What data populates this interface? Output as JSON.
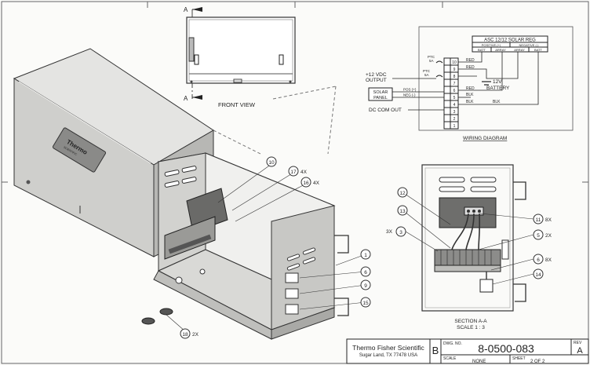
{
  "front_view": {
    "section_marker": "A",
    "label": "FRONT VIEW"
  },
  "enclosure": {
    "logo_line1": "Thermo",
    "logo_line2": "SCIENTIFIC"
  },
  "callouts": {
    "c10a": "10",
    "c17": "17",
    "c17q": "4X",
    "c16": "16",
    "c16q": "4X",
    "c1": "1",
    "c6": "6",
    "c9": "9",
    "c15": "15",
    "c18": "18",
    "c18q": "2X"
  },
  "wiring": {
    "header": "ASC 12/12 SOLAR REG",
    "pos_label": "POSITIVE (+)",
    "neg_label": "NEGATIVE (-)",
    "reg_terminals": [
      "BATT",
      "ARRAY",
      "ARRAY",
      "BATT"
    ],
    "fuse1": "PTC",
    "fuse1b": "5A",
    "fuse2": "PTC",
    "fuse2b": "5A",
    "vdc_label_1": "+12 VDC",
    "vdc_label_2": "OUTPUT",
    "solar_label_1": "SOLAR",
    "solar_label_2": "PANEL",
    "pos_wire": "POS (+)",
    "neg_wire": "NEG (-)",
    "dc_com": "DC COM OUT",
    "battery_label_1": "12V",
    "battery_label_2": "BATTERY",
    "terminals": [
      "10",
      "9",
      "8",
      "7",
      "6",
      "5",
      "4",
      "3",
      "2",
      "1"
    ],
    "wire_colors": [
      "RED",
      "RED",
      "RED",
      "BLK",
      "BLK",
      "BLK"
    ],
    "title": "WIRING DIAGRAM"
  },
  "section": {
    "c12": "12",
    "c13": "13",
    "c11": "11",
    "c11q": "8X",
    "c5": "5",
    "c5q": "2X",
    "c3q": "3X",
    "c3": "3",
    "c6": "6",
    "c6q": "8X",
    "c14": "14",
    "title": "SECTION A-A",
    "scale": "SCALE 1 : 3"
  },
  "title_block": {
    "company": "Thermo Fisher Scientific",
    "address": "Sugar Land, TX 77478 USA",
    "size_letter": "B",
    "dwg_no_label": "DWG. NO.",
    "dwg_no": "8-0500-083",
    "rev_label": "REV",
    "rev": "A",
    "scale_label": "SCALE",
    "scale_value": "NONE",
    "sheet_label": "SHEET",
    "sheet_of": "2   OF   2"
  }
}
